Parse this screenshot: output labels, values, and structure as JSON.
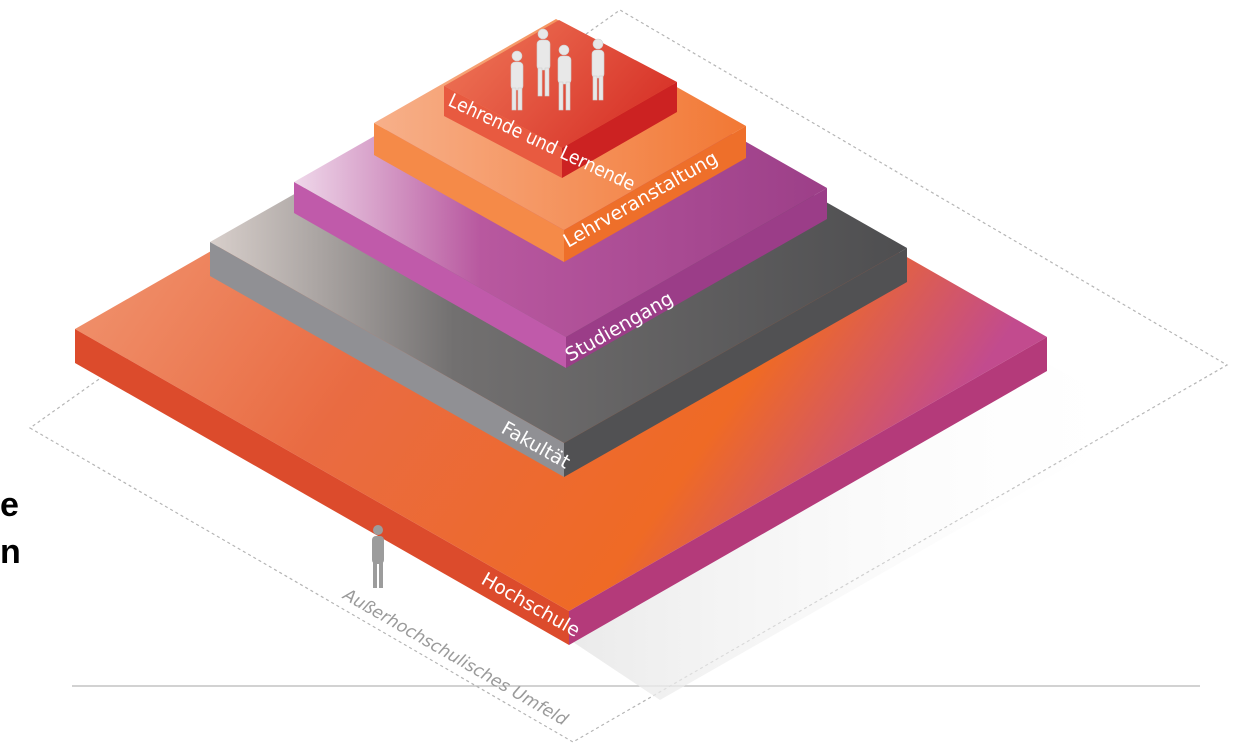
{
  "diagram": {
    "side_text": [
      "e",
      "n"
    ],
    "environment_label": "Außerhochschulisches Umfeld",
    "levels": [
      {
        "label": "Hochschule",
        "color_top": "#e56a3e",
        "color_front": "#d9472b",
        "color_side": "#c23a1e"
      },
      {
        "label": "Fakultät",
        "color_top": "#6a6a6c",
        "color_front": "#808084",
        "color_side": "#4e4e50"
      },
      {
        "label": "Studiengang",
        "color_top": "#b2579c",
        "color_front": "#b94fa2",
        "color_side": "#9a3e87"
      },
      {
        "label": "Lehrveranstaltung",
        "color_top": "#f38a4a",
        "color_front": "#f27a36",
        "color_side": "#e8672a"
      },
      {
        "label": "Lehrende und Lernende",
        "color_top": "#e2543c",
        "color_front": "#e04a32",
        "color_side": "#c8291f"
      }
    ]
  }
}
